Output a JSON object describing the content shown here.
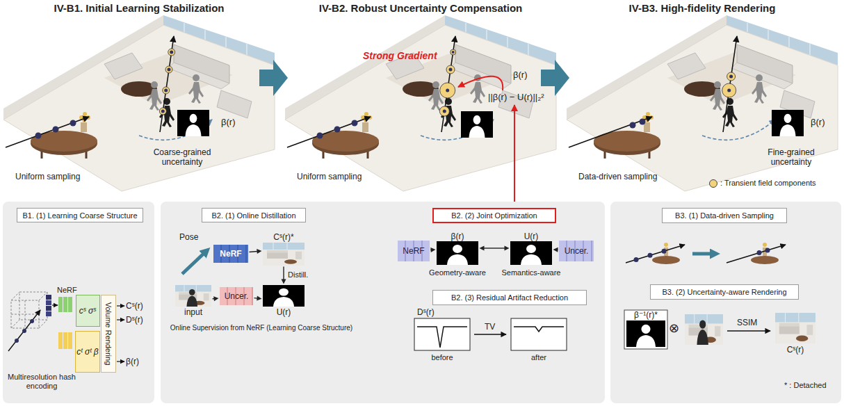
{
  "diagram": {
    "nodes": [
      {
        "text": [
          "B1. (1) Learning Coarse Structure"
        ]
      },
      {
        "text": [
          "cˢ σˢ"
        ]
      },
      {
        "text": [
          "cᵗ σᵗ β"
        ]
      },
      {
        "text": [
          "Volume Rendering"
        ]
      },
      {
        "text": [
          "B2. (1) Online Distillation"
        ]
      },
      {
        "text": [
          "NeRF"
        ]
      },
      {
        "text": [
          "Cˢ(r)*"
        ]
      },
      {
        "text": [
          "input"
        ]
      },
      {
        "text": [
          "Uncer."
        ]
      },
      {
        "text": [
          "U(r)"
        ]
      },
      {
        "text": [
          "B2. (2) Joint Optimization"
        ]
      },
      {
        "text": [
          "NeRF"
        ]
      },
      {
        "text": [
          "β(r)"
        ]
      },
      {
        "text": [
          "U(r)"
        ]
      },
      {
        "text": [
          "Uncer."
        ]
      },
      {
        "text": [
          "B2. (3) Residual Artifact Reduction"
        ]
      },
      {
        "text": [
          "B3. (1) Data-driven Sampling"
        ]
      },
      {
        "text": [
          "B3. (2) Uncertainty-aware Rendering"
        ]
      },
      {
        "text": [
          "β⁻¹(r)*"
        ]
      },
      {
        "text": [
          "Cˢ(r)"
        ]
      }
    ],
    "edges": [
      {
        "from": 5,
        "to": 6,
        "arrow": "to"
      },
      {
        "from": 6,
        "to": 9,
        "arrow": "to",
        "label": "Distill."
      },
      {
        "from": 7,
        "to": 8,
        "arrow": "to"
      },
      {
        "from": 8,
        "to": 9,
        "arrow": "to"
      },
      {
        "from": 11,
        "to": 12,
        "arrow": "to"
      },
      {
        "from": 14,
        "to": 13,
        "arrow": "to"
      },
      {
        "from": 12,
        "to": 13,
        "arrow": "both"
      }
    ],
    "labels": [
      "IV-B1. Initial Learning Stabilization",
      "IV-B2. Robust Uncertainty Compensation",
      "IV-B3. High-fidelity Rendering",
      "Uniform sampling",
      "Coarse-grained uncertainty",
      "β(r)",
      "Strong Gradient",
      "β(r)",
      "||β(r) − U(r)||₂²",
      "Uniform sampling",
      "Data-driven sampling",
      "Fine-grained uncertainty",
      "β(r)",
      "Multiresolution hash encoding",
      "NeRF",
      "Cˢ(r)",
      "Dˢ(r)",
      "β(r)",
      "Pose",
      "Online Supervision from NeRF (Learning Coarse Structure)",
      "Geometry-aware",
      "Semantics-aware",
      "Dˢ(r)",
      "TV",
      "before",
      "after",
      "⊗",
      "SSIM",
      "* : Detached"
    ],
    "legend": [
      {
        "text": ": Transient field components",
        "color": "#f3d27e"
      }
    ]
  }
}
